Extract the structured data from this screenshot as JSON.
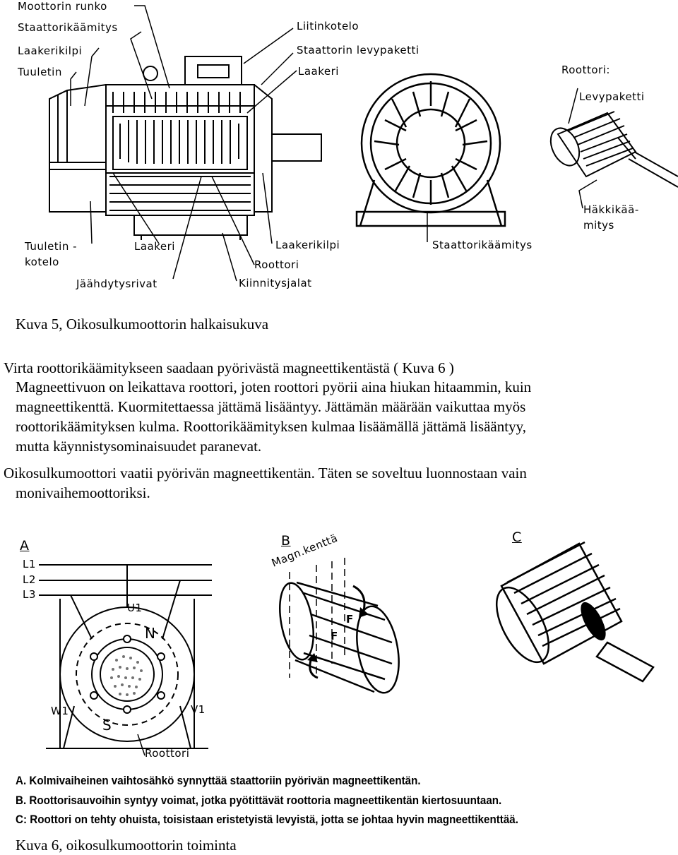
{
  "figure5": {
    "labels_left": [
      "Moottorin runko",
      "Staattorikäämitys",
      "Laakerikilpi",
      "Tuuletin"
    ],
    "labels_top_right": [
      "Liitinkotelo",
      "Staattorin levypaketti",
      "Laakeri"
    ],
    "labels_bottom": [
      "Tuuletin -",
      "kotelo",
      "Laakeri",
      "Jäähdytysrivat",
      "Laakerikilpi",
      "Roottori",
      "Kiinnitysjalat"
    ],
    "stator_label": "Staattorikäämitys",
    "rotor_labels": [
      "Roottori:",
      "Levypaketti",
      "Häkkikää-",
      "mitys"
    ],
    "caption": "Kuva 5, Oikosulkumoottorin halkaisukuva"
  },
  "paragraph": {
    "lines": [
      "Virta roottorikäämitykseen saadaan pyörivästä magneettikentästä ( Kuva 6 )",
      "Magneettivuon on leikattava roottori, joten roottori pyörii aina hiukan hitaammin, kuin",
      "magneettikenttä. Kuormitettaessa jättämä lisääntyy. Jättämän määrään vaikuttaa myös",
      "roottorikäämityksen kulma. Roottorikäämityksen kulmaa lisäämällä jättämä lisääntyy,",
      "mutta käynnistysominaisuudet paranevat.",
      "Oikosulkumoottori vaatii pyörivän magneettikentän. Täten se soveltuu luonnostaan vain",
      "monivaihemoottoriksi."
    ]
  },
  "figure6": {
    "panel_letters": [
      "A",
      "B",
      "C"
    ],
    "phase_labels": [
      "L1",
      "L2",
      "L3"
    ],
    "terminal_labels": [
      "U1",
      "W1",
      "V1"
    ],
    "pole_labels": [
      "N",
      "S"
    ],
    "field_label": "Magn.kenttä",
    "force_labels": [
      "F",
      "F"
    ],
    "rotor_label": "Roottori",
    "explanations": [
      "A.  Kolmivaiheinen vaihtosähkö synnyttää staattoriin pyörivän magneettikentän.",
      "B.  Roottorisauvoihin syntyy voimat, jotka pyötittävät roottoria magneettikentän kiertosuuntaan.",
      "C:  Roottori on tehty ohuista, toisistaan eristetyistä levyistä, jotta se johtaa hyvin magneettikenttää."
    ],
    "caption": "Kuva 6, oikosulkumoottorin toiminta"
  }
}
